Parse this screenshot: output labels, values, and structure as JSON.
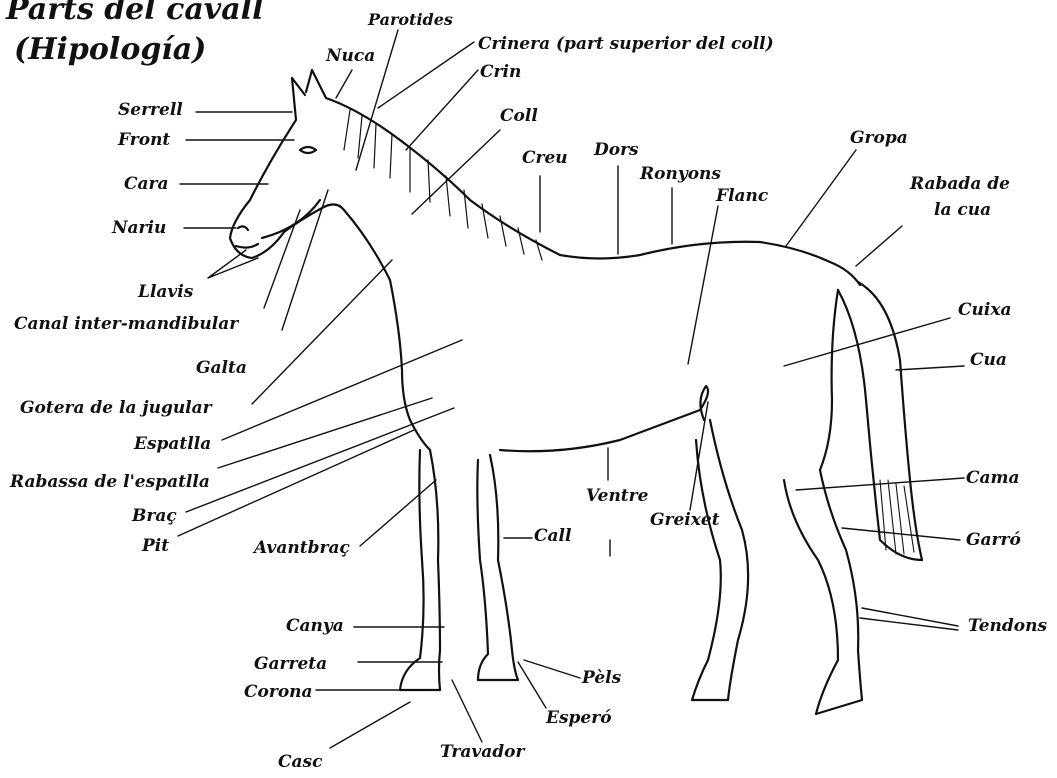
{
  "title": {
    "line1": "Parts del cavall",
    "line2": "(Hipología)"
  },
  "labels": {
    "parotides": "Parotides",
    "crinera": "Crinera (part superior del coll)",
    "crin": "Crin",
    "nuca": "Nuca",
    "serrell": "Serrell",
    "front": "Front",
    "cara": "Cara",
    "nariu": "Nariu",
    "llavis": "Llavis",
    "canal": "Canal inter-mandibular",
    "galta": "Galta",
    "gotera": "Gotera de la jugular",
    "espatlla": "Espatlla",
    "rabassa": "Rabassa de l'espatlla",
    "brac": "Braç",
    "pit": "Pit",
    "avantbrac": "Avantbraç",
    "canya": "Canya",
    "garreta": "Garreta",
    "corona": "Corona",
    "casc": "Casc",
    "travador": "Travador",
    "espero": "Esperó",
    "pels": "Pèls",
    "call": "Call",
    "ventre": "Ventre",
    "greixet": "Greixet",
    "coll": "Coll",
    "creu": "Creu",
    "dors": "Dors",
    "ronyons": "Ronyons",
    "flanc": "Flanc",
    "gropa": "Gropa",
    "rabada": "Rabada de",
    "rabada2": "la cua",
    "cuixa": "Cuixa",
    "cua": "Cua",
    "cama": "Cama",
    "garro": "Garró",
    "tendons": "Tendons"
  }
}
